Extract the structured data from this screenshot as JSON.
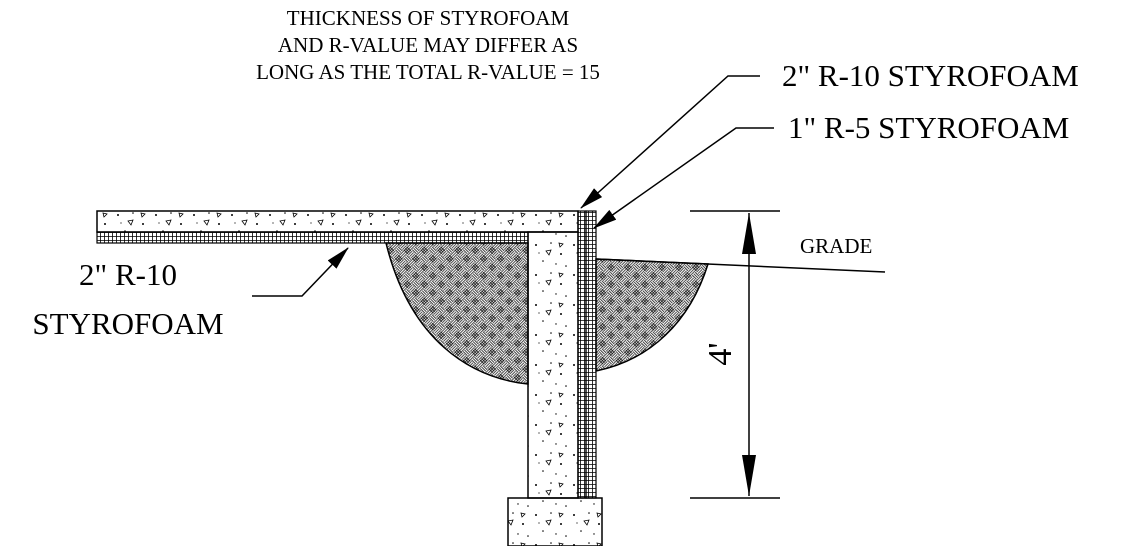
{
  "note": {
    "line1": "THICKNESS OF STYROFOAM",
    "line2": "AND R-VALUE MAY DIFFER AS",
    "line3": "LONG AS THE TOTAL R-VALUE = 15"
  },
  "callouts": {
    "wall_outer": "2\" R-10 STYROFOAM",
    "wall_inner": "1\" R-5 STYROFOAM",
    "slab_line1": "2\" R-10",
    "slab_line2": "STYROFOAM"
  },
  "grade_label": "GRADE",
  "dimension": {
    "depth_label": "4'"
  },
  "colors": {
    "ink": "#000000",
    "paper": "#ffffff"
  }
}
